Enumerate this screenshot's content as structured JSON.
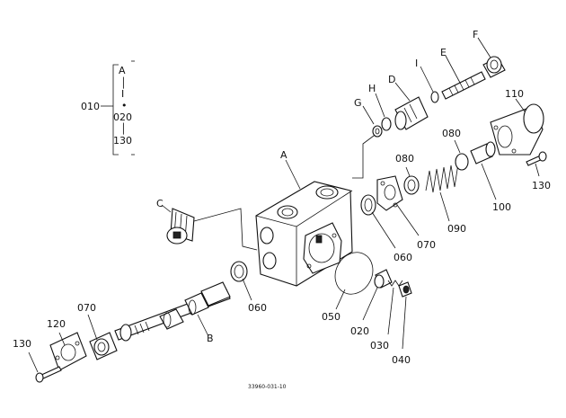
{
  "figure": {
    "drawing_number": "33960-031-10",
    "bracket_group": {
      "ref": "010",
      "lines": [
        "A",
        "│",
        "I",
        "•",
        "020",
        "│",
        "130"
      ]
    },
    "callouts": {
      "A": "A",
      "B": "B",
      "C": "C",
      "D": "D",
      "E": "E",
      "F": "F",
      "G": "G",
      "H": "H",
      "I": "I",
      "p020": "020",
      "p030": "030",
      "p040": "040",
      "p050": "050",
      "p060_left": "060",
      "p060_right": "060",
      "p070_left": "070",
      "p070_right": "070",
      "p080_top": "080",
      "p080_mid": "080",
      "p090": "090",
      "p100": "100",
      "p110": "110",
      "p120": "120",
      "p130_left": "130",
      "p130_right": "130"
    }
  }
}
